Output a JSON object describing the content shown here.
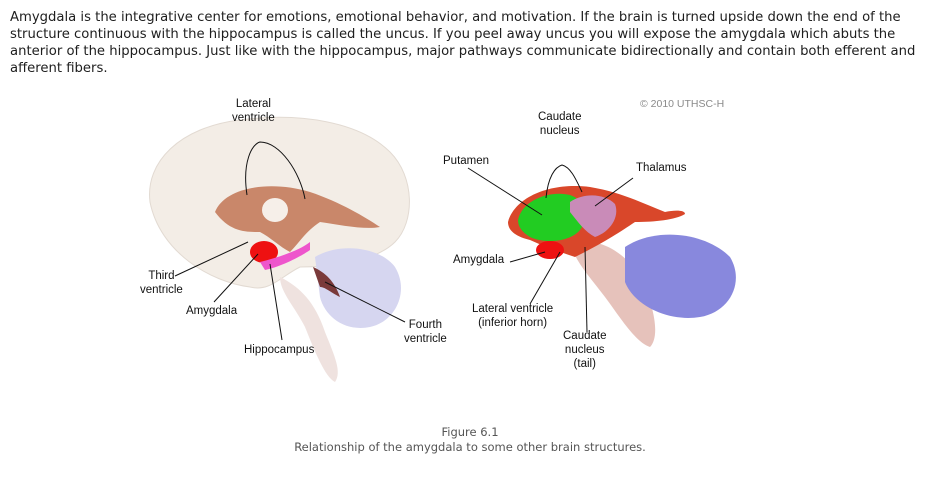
{
  "paragraph": "Amygdala is the integrative center for emotions, emotional behavior, and motivation. If the brain is turned upside down the end of the structure continuous with the hippocampus is called the uncus. If you peel away uncus you will expose the amygdala which abuts the anterior of the hippocampus. Just like with the hippocampus, major pathways communicate bidirectionally and contain both efferent and afferent fibers.",
  "figure": {
    "copyright": "© 2010 UTHSC-H",
    "left_diagram": {
      "labels": {
        "lateral_ventricle": [
          "Lateral",
          "ventricle"
        ],
        "third_ventricle": [
          "Third",
          "ventricle"
        ],
        "amygdala": "Amygdala",
        "hippocampus": "Hippocampus",
        "fourth_ventricle": [
          "Fourth",
          "ventricle"
        ]
      }
    },
    "right_diagram": {
      "labels": {
        "caudate_nucleus": [
          "Caudate",
          "nucleus"
        ],
        "putamen": "Putamen",
        "thalamus": "Thalamus",
        "amygdala": "Amygdala",
        "lateral_ventricle_inferior_horn": [
          "Lateral ventricle",
          "(inferior horn)"
        ],
        "caudate_nucleus_tail": [
          "Caudate",
          "nucleus",
          "(tail)"
        ]
      }
    },
    "colors": {
      "brain": "#f3ede6",
      "ventricle": "#c9876a",
      "amygdala": "#ee1111",
      "hippocampus": "#ee55cc",
      "cerebellum_faded": "#d6d6f0",
      "putamen": "#22cc22",
      "thalamus": "#c98bb8",
      "caudate": "#d9472a",
      "cerebellum": "#8888dd",
      "brainstem": "#e6c2bb"
    }
  },
  "caption": {
    "title": "Figure 6.1",
    "text": "Relationship of the amygdala to some other brain structures."
  }
}
